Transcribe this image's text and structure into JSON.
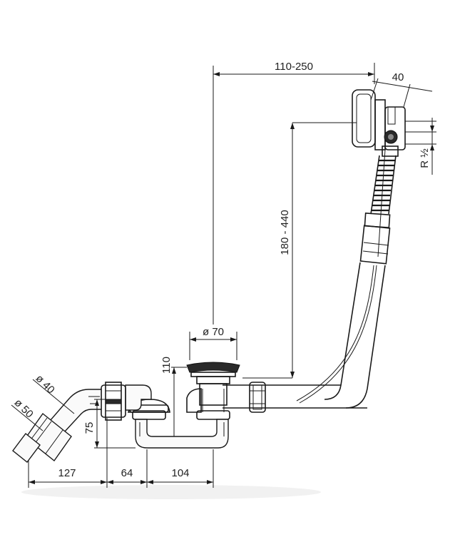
{
  "diagram": {
    "dimensions": {
      "top_span": "110-250",
      "top_depth": "40",
      "vertical_range": "180 - 440",
      "thread": "R ½",
      "drain_diameter": "ø 70",
      "drain_height": "110",
      "pipe_diameter_40": "ø 40",
      "pipe_diameter_50": "ø 50",
      "trap_height": "75",
      "bottom_left": "127",
      "bottom_mid": "64",
      "bottom_right": "104"
    }
  }
}
